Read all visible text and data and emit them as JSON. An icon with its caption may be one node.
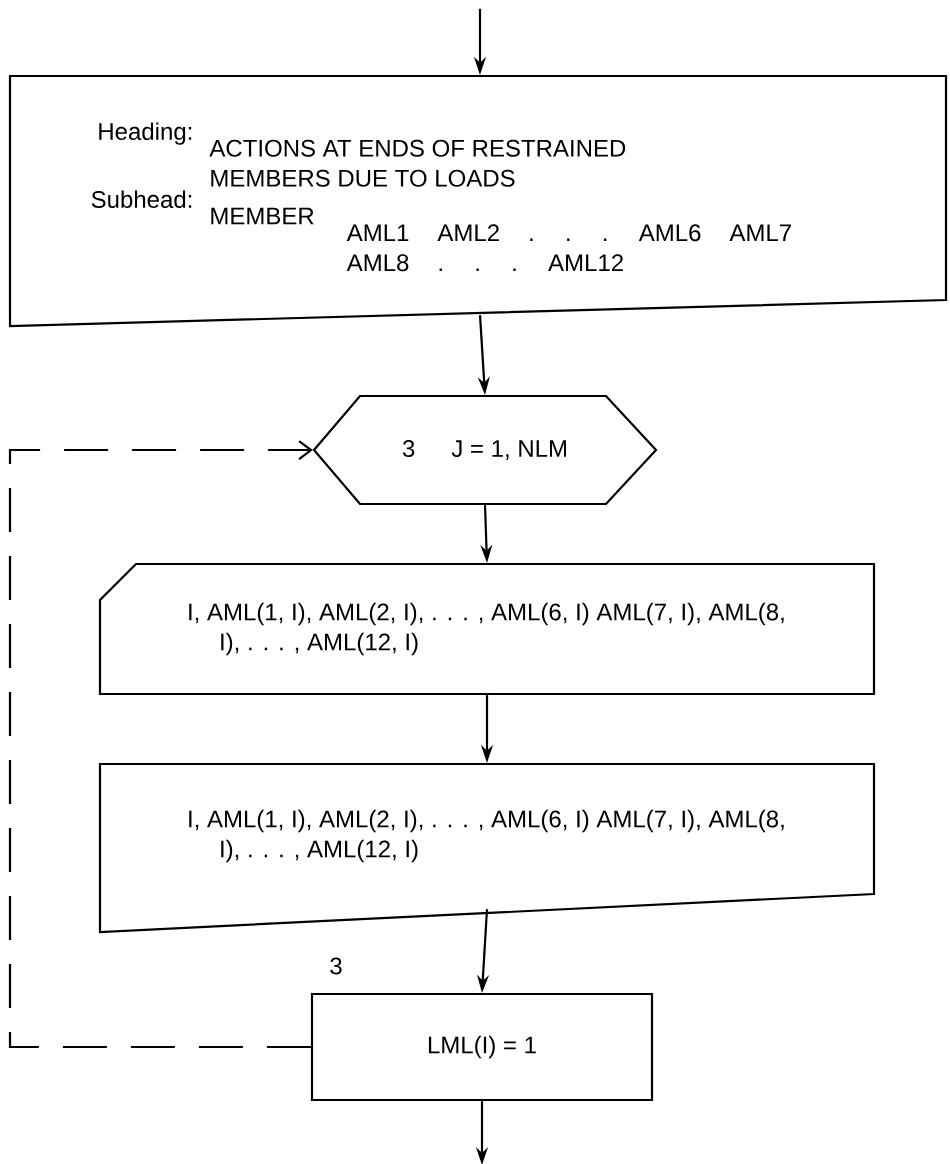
{
  "diagram": {
    "nodes": [
      {
        "text": [
          "Heading:",
          "ACTIONS AT ENDS OF RESTRAINED MEMBERS DUE TO LOADS",
          "Subhead:",
          "MEMBER",
          "AML1 AML2 . . . AML6 AML7 AML8 . . . AML12"
        ]
      },
      {
        "text": [
          "3",
          "J = 1, NLM"
        ]
      },
      {
        "text": [
          "I, AML(1, I), AML(2, I), . . . , AML(6, I) AML(7, I), AML(8, I), . . . , AML(12, I)"
        ]
      },
      {
        "text": [
          "I, AML(1, I), AML(2, I), . . . , AML(6, I) AML(7, I), AML(8, I), . . . , AML(12, I)"
        ]
      },
      {
        "text": [
          "LML(I) = 1"
        ],
        "beside": [
          "3"
        ]
      }
    ],
    "edges": [
      {
        "from": null,
        "to": 0,
        "arrow": "to"
      },
      {
        "from": 0,
        "to": 1,
        "arrow": "to"
      },
      {
        "from": 1,
        "to": 2,
        "arrow": "to"
      },
      {
        "from": 2,
        "to": 3,
        "arrow": "to"
      },
      {
        "from": 3,
        "to": 4,
        "arrow": "to"
      },
      {
        "from": 4,
        "to": null,
        "arrow": "to"
      },
      {
        "from": 4,
        "to": 1,
        "arrow": "to",
        "style": "dashed"
      }
    ]
  }
}
